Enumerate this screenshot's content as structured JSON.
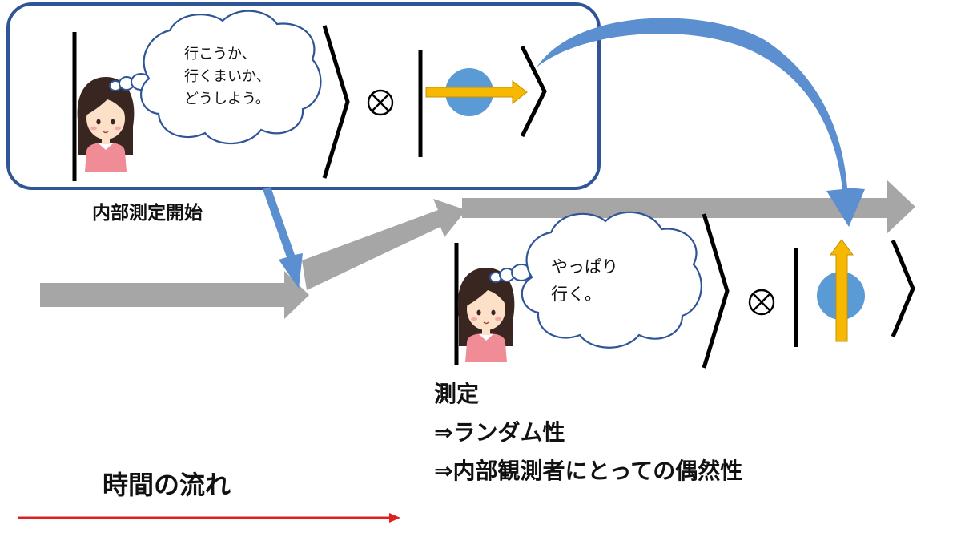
{
  "colors": {
    "timeline_arrow": "#a6a6a6",
    "transition_arrow": "#5b8fcf",
    "frame_border": "#2f5597",
    "particle_fill": "#5b9bd5",
    "spin_arrow": "#f6b800",
    "time_arrow": "#e02020",
    "skin": "#fde0c8",
    "hair": "#3a2620",
    "clothes": "#f08c96"
  },
  "icons": [
    "girl-thinking-icon",
    "thought-cloud-icon",
    "spin-particle-icon",
    "tensor-product-icon"
  ],
  "top_state": {
    "thought_lines": [
      "行こうか、",
      "行くまいか、",
      "どうしよう。"
    ],
    "tensor_symbol": "⊗"
  },
  "bottom_state": {
    "thought_lines": [
      "やっぱり",
      "行く。"
    ],
    "tensor_symbol": "⊗"
  },
  "labels": {
    "internal_measurement_start": "内部測定開始",
    "measurement": "測定",
    "randomness": "⇒ランダム性",
    "contingency": "⇒内部観測者にとっての偶然性",
    "flow_of_time": "時間の流れ"
  }
}
